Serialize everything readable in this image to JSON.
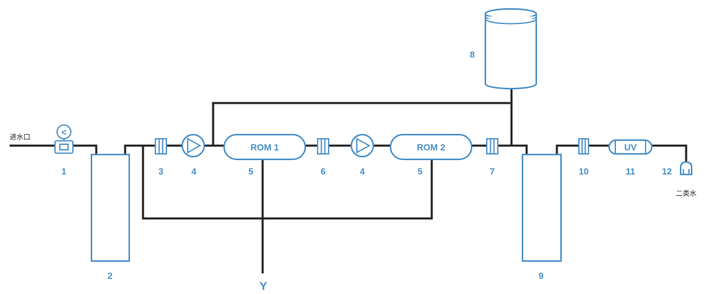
{
  "labels": {
    "inlet": "进水口",
    "outlet": "二类水",
    "drain": "Y",
    "rom1": "ROM 1",
    "rom2": "ROM 2",
    "uv": "UV"
  },
  "numbers": {
    "n1": "1",
    "n2": "2",
    "n3": "3",
    "n4a": "4",
    "n5a": "5",
    "n6": "6",
    "n4b": "4",
    "n5b": "5",
    "n7": "7",
    "n8": "8",
    "n9": "9",
    "n10": "10",
    "n11": "11",
    "n12": "12"
  },
  "gauge_symbol": "<",
  "colors": {
    "component": "#4a90c8",
    "pipe": "#222222"
  }
}
